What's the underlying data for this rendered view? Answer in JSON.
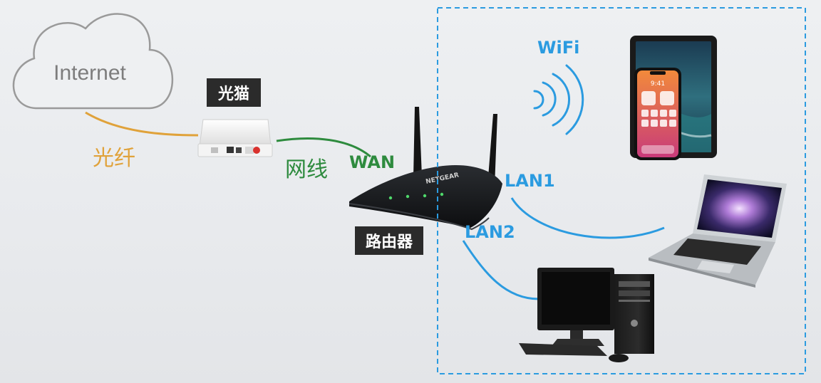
{
  "labels": {
    "internet": "Internet",
    "modem": "光猫",
    "fiber": "光纤",
    "cable": "网线",
    "wan": "WAN",
    "router": "路由器",
    "wifi": "WiFi",
    "lan1": "LAN1",
    "lan2": "LAN2",
    "router_brand": "NETGEAR"
  },
  "devices": {
    "phone_time": "9:41"
  },
  "colors": {
    "fiber": "#e0a23a",
    "cable": "#2e8b3e",
    "lan": "#2b9be0",
    "cloud_stroke": "#9a9a9a",
    "label_bg": "#2b2b2b"
  }
}
